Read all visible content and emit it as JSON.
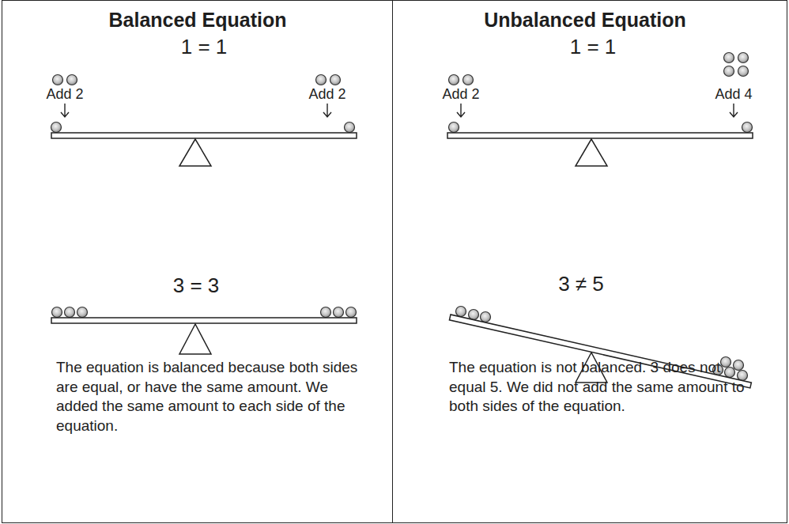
{
  "diagram": {
    "nodes": [
      {
        "text": [
          "Balanced Equation",
          "The equation is balanced because both sides are equal, or have the same amount. We added the same amount to each side of the equation."
        ]
      },
      {
        "text": [
          "Unbalanced Equation",
          "The equation is not balanced. 3 does not equal 5. We did not add the same amount to both sides of the equation."
        ]
      }
    ],
    "labels": [
      "1 = 1",
      "Add 2",
      "Add 2",
      "3 = 3",
      "1 = 1",
      "Add 2",
      "Add 4",
      "3 ≠ 5"
    ]
  }
}
